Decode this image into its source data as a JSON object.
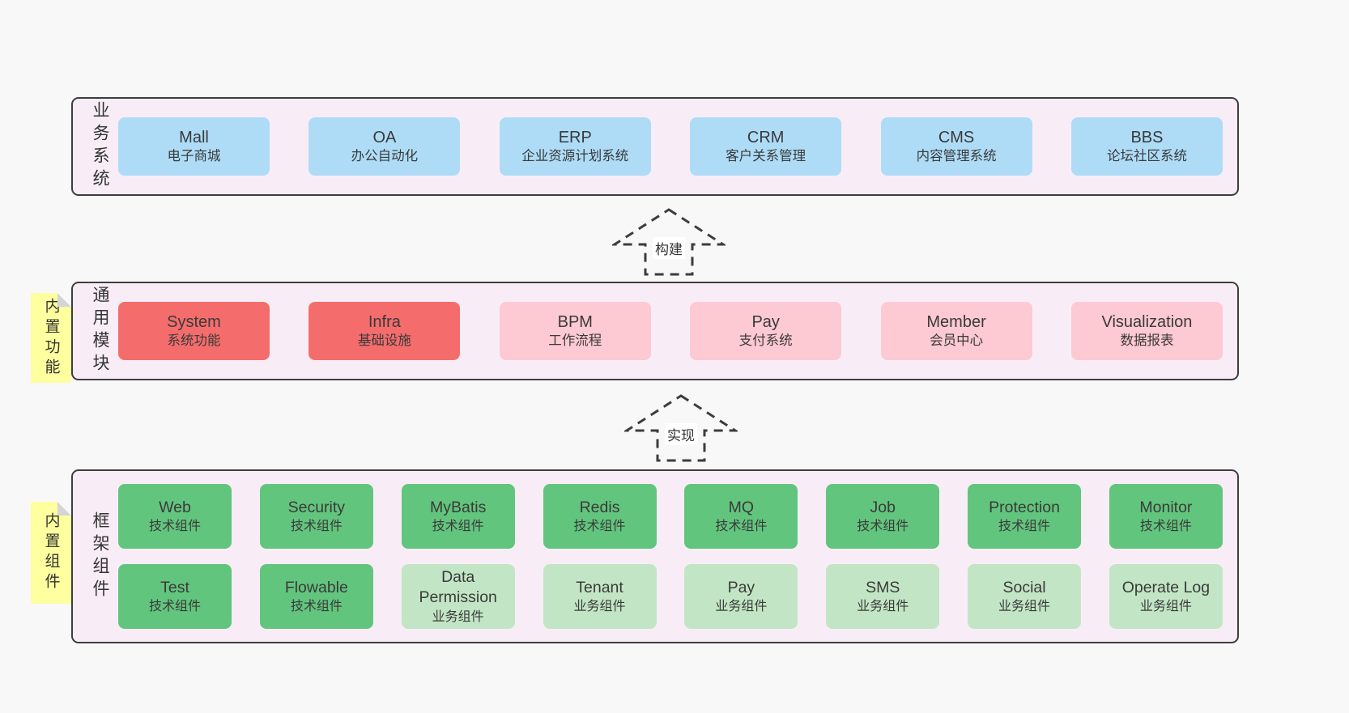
{
  "colors": {
    "page_background": "#f8f8f8",
    "container_fill": "#f8edf6",
    "container_border": "#3d3d3d",
    "blue_box": "#aedcf7",
    "red_box": "#f56c6c",
    "pink_box": "#fdc9d3",
    "green_box": "#62c57d",
    "light_green_box": "#c2e6c5",
    "sticky_yellow": "#feff9e",
    "text": "#3a3a3a"
  },
  "business": {
    "layer_label": "业务系统",
    "boxes": [
      {
        "name": "Mall",
        "desc": "电子商城"
      },
      {
        "name": "OA",
        "desc": "办公自动化"
      },
      {
        "name": "ERP",
        "desc": "企业资源计划系统"
      },
      {
        "name": "CRM",
        "desc": "客户关系管理"
      },
      {
        "name": "CMS",
        "desc": "内容管理系统"
      },
      {
        "name": "BBS",
        "desc": "论坛社区系统"
      }
    ]
  },
  "arrows": {
    "build": {
      "label": "构建"
    },
    "implement": {
      "label": "实现"
    }
  },
  "modules": {
    "layer_label": "通用模块",
    "sticky_label": "内置功能",
    "boxes": [
      {
        "name": "System",
        "desc": "系统功能"
      },
      {
        "name": "Infra",
        "desc": "基础设施"
      },
      {
        "name": "BPM",
        "desc": "工作流程"
      },
      {
        "name": "Pay",
        "desc": "支付系统"
      },
      {
        "name": "Member",
        "desc": "会员中心"
      },
      {
        "name": "Visualization",
        "desc": "数据报表"
      }
    ]
  },
  "components": {
    "layer_label": "框架组件",
    "sticky_label": "内置组件",
    "row1": [
      {
        "name": "Web",
        "desc": "技术组件"
      },
      {
        "name": "Security",
        "desc": "技术组件"
      },
      {
        "name": "MyBatis",
        "desc": "技术组件"
      },
      {
        "name": "Redis",
        "desc": "技术组件"
      },
      {
        "name": "MQ",
        "desc": "技术组件"
      },
      {
        "name": "Job",
        "desc": "技术组件"
      },
      {
        "name": "Protection",
        "desc": "技术组件"
      },
      {
        "name": "Monitor",
        "desc": "技术组件"
      }
    ],
    "row2": [
      {
        "name": "Test",
        "desc": "技术组件"
      },
      {
        "name": "Flowable",
        "desc": "技术组件"
      },
      {
        "name": "Data Permission",
        "desc": "业务组件"
      },
      {
        "name": "Tenant",
        "desc": "业务组件"
      },
      {
        "name": "Pay",
        "desc": "业务组件"
      },
      {
        "name": "SMS",
        "desc": "业务组件"
      },
      {
        "name": "Social",
        "desc": "业务组件"
      },
      {
        "name": "Operate Log",
        "desc": "业务组件"
      }
    ]
  }
}
